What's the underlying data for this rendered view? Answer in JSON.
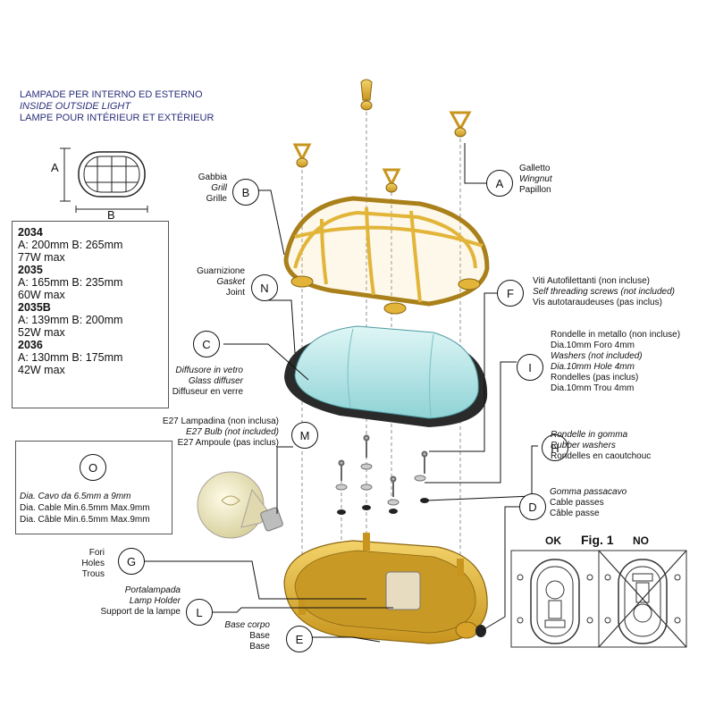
{
  "header": {
    "title_it": "LAMPADE PER INTERNO ED ESTERNO",
    "title_en": "INSIDE OUTSIDE LIGHT",
    "title_fr": "LAMPE POUR INTÉRIEUR ET EXTÉRIEUR"
  },
  "dimension_labels": {
    "a": "A",
    "b": "B"
  },
  "specs": [
    {
      "model": "2034",
      "dims": "A: 200mm B: 265mm",
      "power": "77W max"
    },
    {
      "model": "2035",
      "dims": "A: 165mm B: 235mm",
      "power": "60W max"
    },
    {
      "model": "2035B",
      "dims": "A: 139mm B: 200mm",
      "power": "52W max"
    },
    {
      "model": "2036",
      "dims": "A: 130mm B: 175mm",
      "power": "42W max"
    }
  ],
  "callouts": {
    "A": {
      "letter": "A",
      "it": "Galletto",
      "en": "Wingnut",
      "fr": "Papillon"
    },
    "B": {
      "letter": "B",
      "it": "Gabbia",
      "en": "Grill",
      "fr": "Grille"
    },
    "N": {
      "letter": "N",
      "it": "Guarnizione",
      "en": "Gasket",
      "fr": "Joint"
    },
    "C": {
      "letter": "C",
      "it": "Diffusore in vetro",
      "en": "Glass diffuser",
      "fr": "Diffuseur en verre"
    },
    "F": {
      "letter": "F",
      "it": "Viti Autofilettanti (non incluse)",
      "en": "Self threading screws (not included)",
      "fr": "Vis autotaraudeuses (pas inclus)"
    },
    "I": {
      "letter": "I",
      "it": "Rondelle in  metallo (non incluse)",
      "it2": "Dia.10mm Foro 4mm",
      "en": "Washers  (not included)",
      "en2": "Dia.10mm Hole 4mm",
      "fr": "Rondelles (pas inclus)",
      "fr2": "Dia.10mm Trou 4mm"
    },
    "M": {
      "letter": "M",
      "it": "E27 Lampadina (non inclusa)",
      "en": "E27 Bulb (not included)",
      "fr": "E27 Ampoule (pas inclus)"
    },
    "H": {
      "letter": "H",
      "it": "Rondelle in gomma",
      "en": "Rubber washers",
      "fr": "Rondelles en caoutchouc"
    },
    "O": {
      "letter": "O",
      "it": "Dia. Cavo  da 6.5mm a 9mm",
      "en": "Dia. Cable Min.6.5mm Max.9mm",
      "fr": "Dia. Câble Min.6.5mm Max.9mm"
    },
    "D": {
      "letter": "D",
      "it": "Gomma passacavo",
      "en": "Cable passes",
      "fr": "Câble passe"
    },
    "G": {
      "letter": "G",
      "it": "Fori",
      "en": "Holes",
      "fr": "Trous"
    },
    "L": {
      "letter": "L",
      "it": "Portalampada",
      "en": "Lamp Holder",
      "fr": "Support de la lampe"
    },
    "E": {
      "letter": "E",
      "it": "Base corpo",
      "en": "Base",
      "fr": "Base"
    }
  },
  "fig1": {
    "title": "Fig. 1",
    "ok": "OK",
    "no": "NO"
  },
  "colors": {
    "brass": "#e2b53a",
    "brass_dark": "#a9801a",
    "glass": "#b6e6e6",
    "gasket": "#2a2a2a",
    "line": "#111111"
  }
}
